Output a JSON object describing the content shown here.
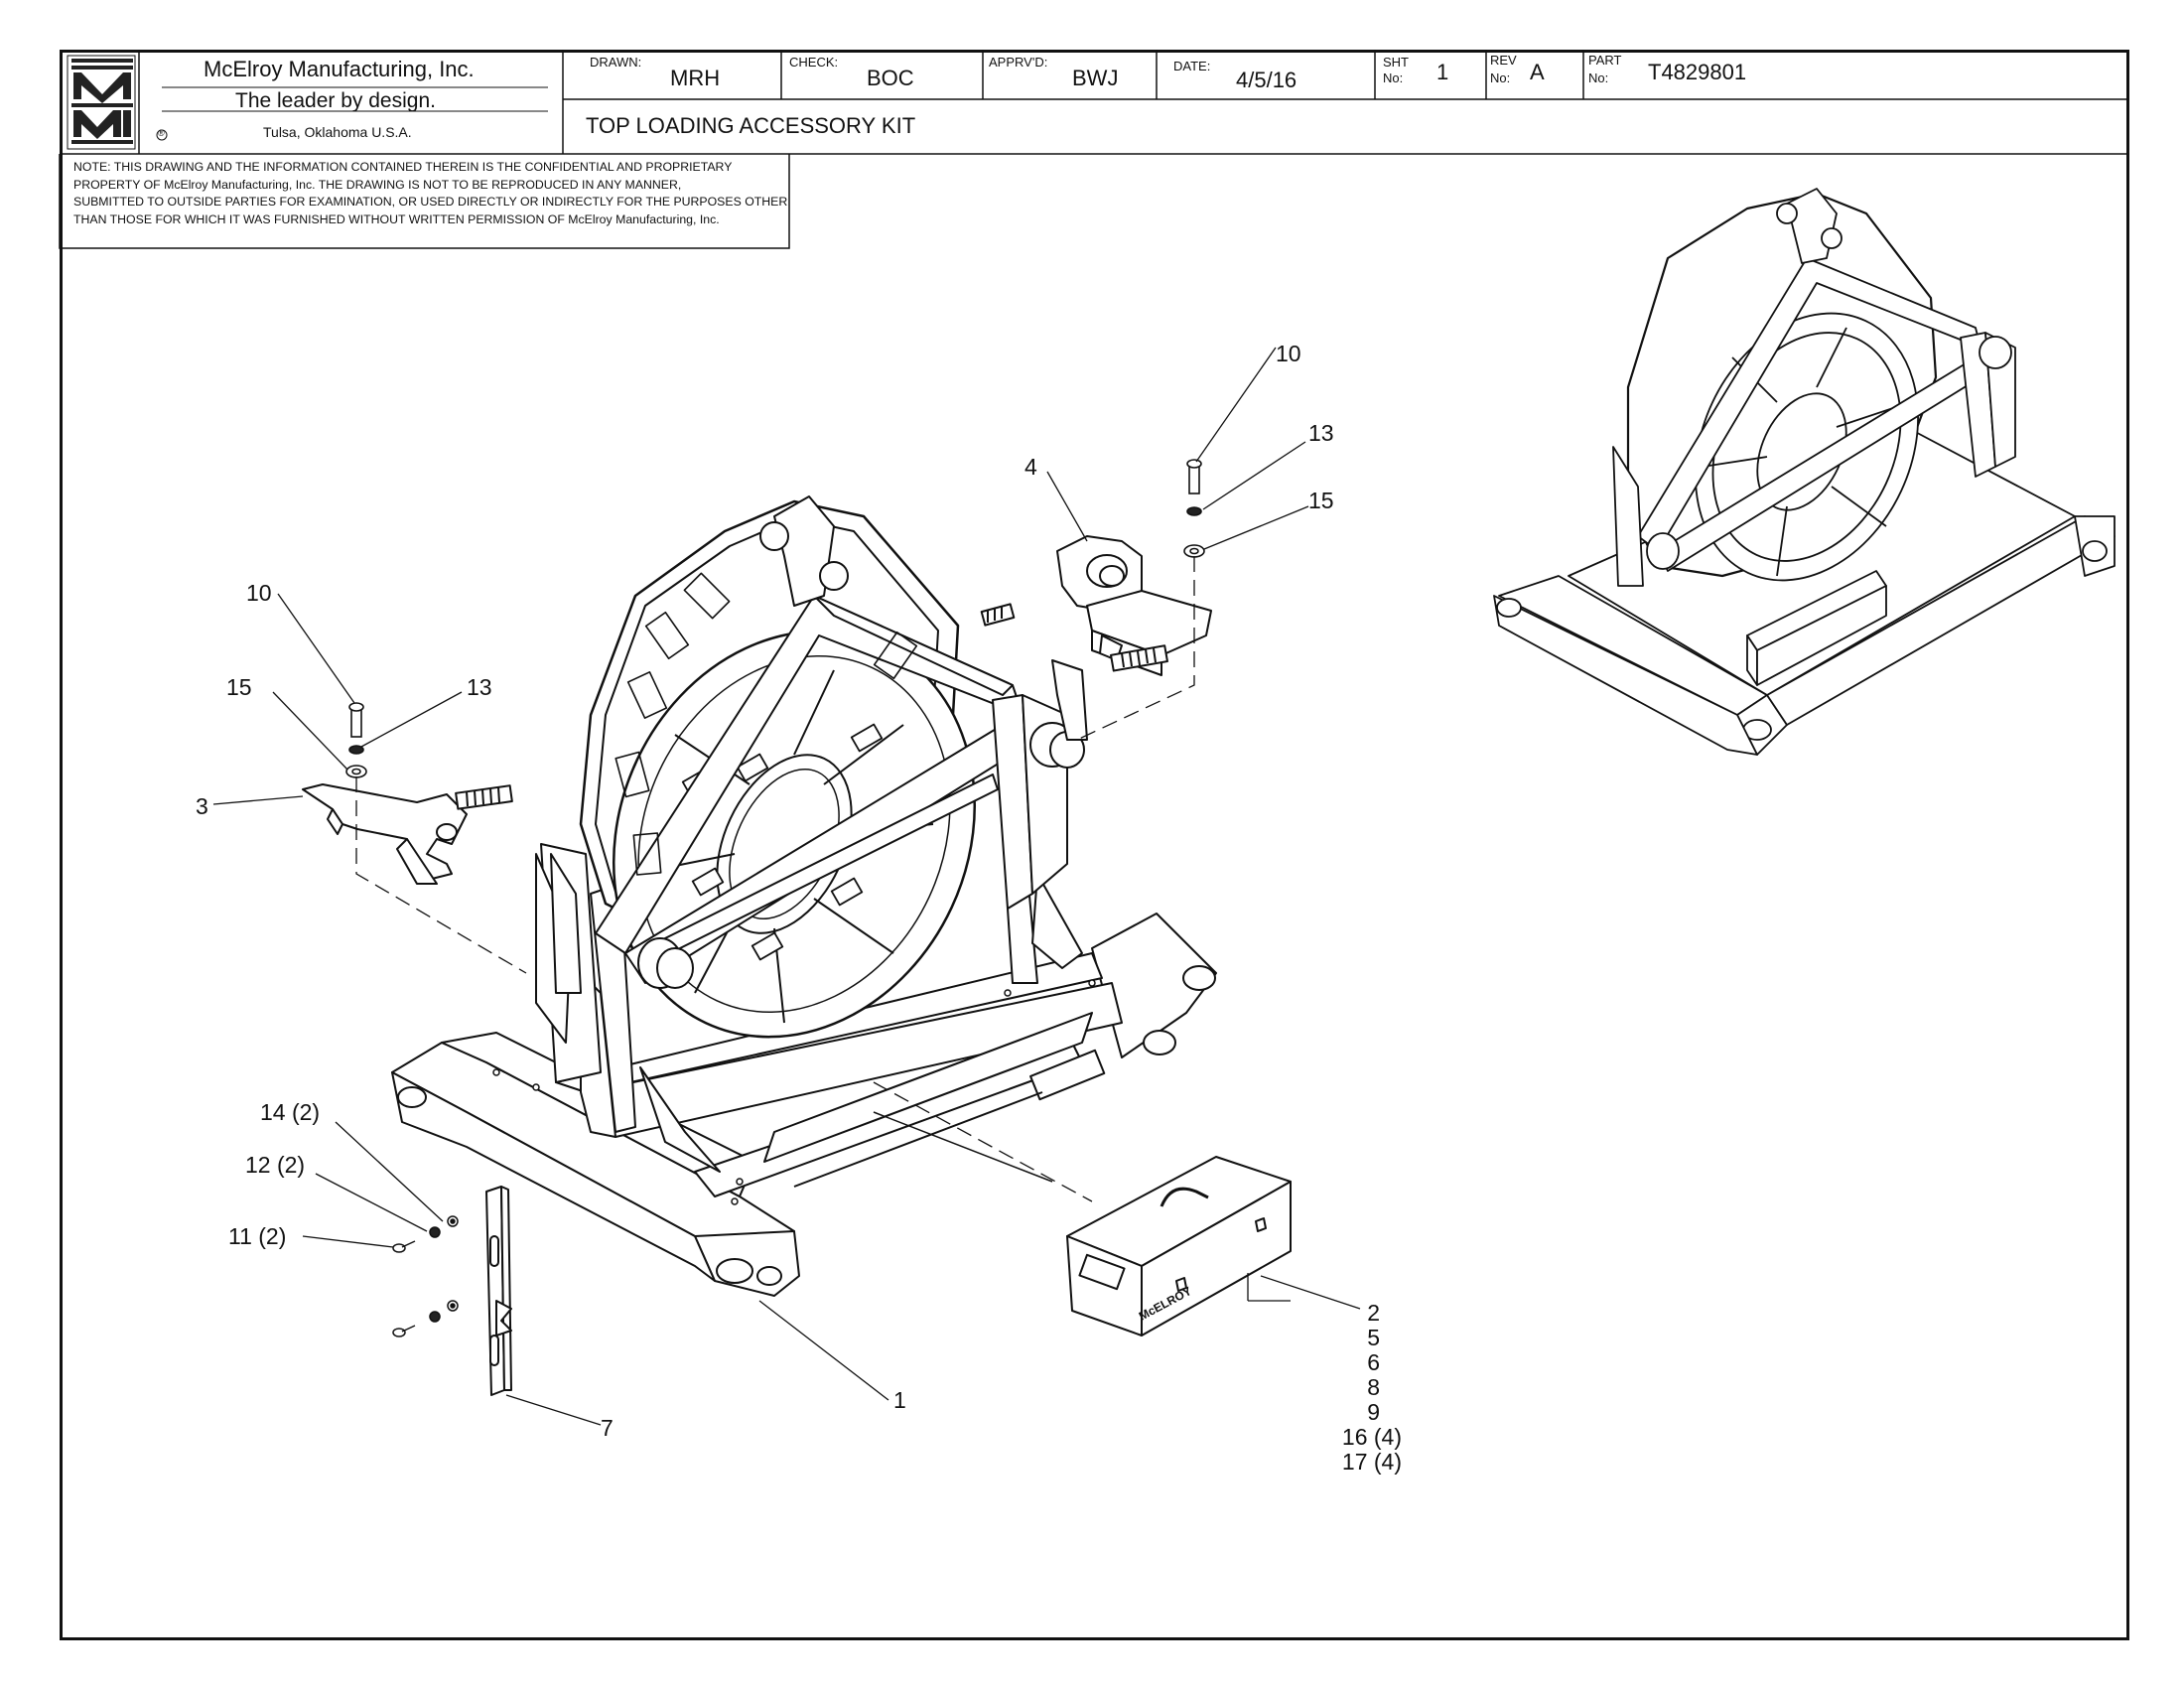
{
  "company": {
    "logo_text": "MMI",
    "name": "McElroy Manufacturing, Inc.",
    "slogan": "The leader by design.",
    "location": "Tulsa, Oklahoma U.S.A.",
    "registered_mark": "®"
  },
  "title_block": {
    "drawn_label": "DRAWN:",
    "drawn_value": "MRH",
    "check_label": "CHECK:",
    "check_value": "BOC",
    "approved_label": "APPRV'D:",
    "approved_value": "BWJ",
    "date_label": "DATE:",
    "date_value": "4/5/16",
    "sheet_label_1": "SHT",
    "sheet_label_2": "No:",
    "sheet_value": "1",
    "rev_label_1": "REV",
    "rev_label_2": "No:",
    "rev_value": "A",
    "part_label_1": "PART",
    "part_label_2": "No:",
    "part_value": "T4829801",
    "drawing_title": "TOP LOADING ACCESSORY KIT"
  },
  "note": {
    "lines": [
      "NOTE: THIS DRAWING AND THE INFORMATION CONTAINED THEREIN IS THE CONFIDENTIAL AND PROPRIETARY",
      "PROPERTY OF McElroy Manufacturing, Inc. THE DRAWING IS NOT TO BE REPRODUCED IN ANY MANNER,",
      "SUBMITTED TO OUTSIDE PARTIES FOR EXAMINATION, OR USED DIRECTLY OR INDIRECTLY FOR THE PURPOSES OTHER",
      "THAN THOSE FOR WHICH IT WAS FURNISHED WITHOUT WRITTEN PERMISSION OF McElroy Manufacturing, Inc."
    ]
  },
  "callouts": {
    "c10_right": "10",
    "c13_right": "13",
    "c15_right": "15",
    "c4": "4",
    "c10_left": "10",
    "c15_left": "15",
    "c13_left": "13",
    "c3": "3",
    "c14": "14 (2)",
    "c12": "12 (2)",
    "c11": "11 (2)",
    "c1": "1",
    "c7": "7",
    "toolbox_list": [
      "2",
      "5",
      "6",
      "8",
      "9",
      "16 (4)",
      "17 (4)"
    ]
  },
  "toolbox_brand": "McELROY"
}
